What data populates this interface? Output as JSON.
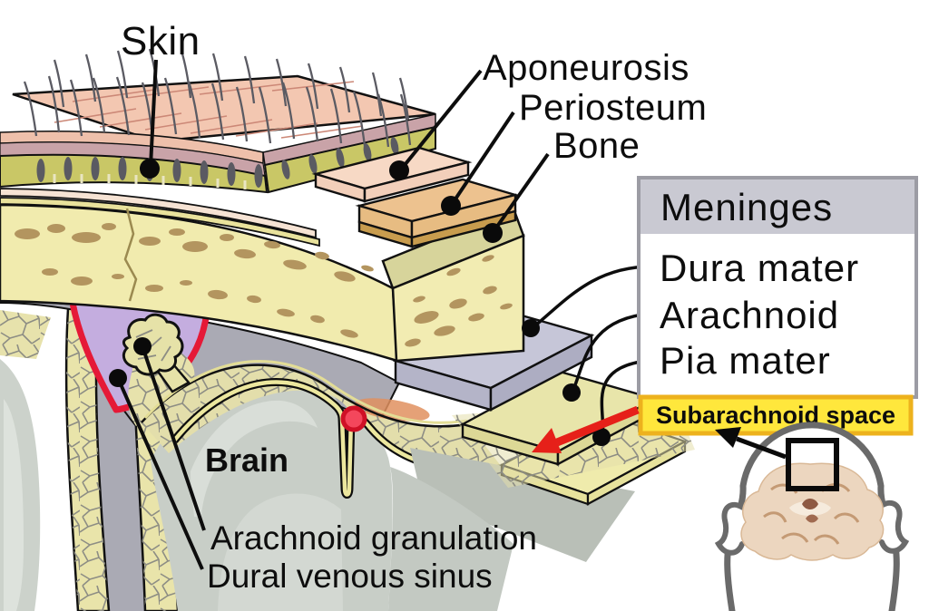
{
  "labels": {
    "skin": "Skin",
    "aponeurosis": "Aponeurosis",
    "periosteum": "Periosteum",
    "bone": "Bone",
    "brain": "Brain",
    "arachnoid_granulation": "Arachnoid granulation",
    "dural_venous_sinus": "Dural venous sinus"
  },
  "legend": {
    "title": "Meninges",
    "items": [
      {
        "label": "Dura mater"
      },
      {
        "label": "Arachnoid"
      },
      {
        "label": "Pia mater"
      }
    ],
    "highlight_label": "Subarachnoid space"
  },
  "colors": {
    "sinus_purple": "#c4addf",
    "sinus_border_red": "#e51937",
    "arrow_red": "#e62019",
    "highlight_bg": "#ffe73c",
    "highlight_border": "#edb21d",
    "legend_header_bg": "#c9c9d2",
    "legend_border": "#9c9ca4",
    "skin_epidermis": "#efc0ab",
    "skin_dermis": "#c9a3a8",
    "skin_subcutis": "#c9c766",
    "bone_yellow": "#f2ecb2",
    "dura_gray": "#b5b5c6",
    "arachnoid_yellow": "#e8e5ac",
    "pia_yellow": "#f0ecae",
    "brain_gray": "#c9cfc8",
    "vessel_red": "#f4475c"
  }
}
